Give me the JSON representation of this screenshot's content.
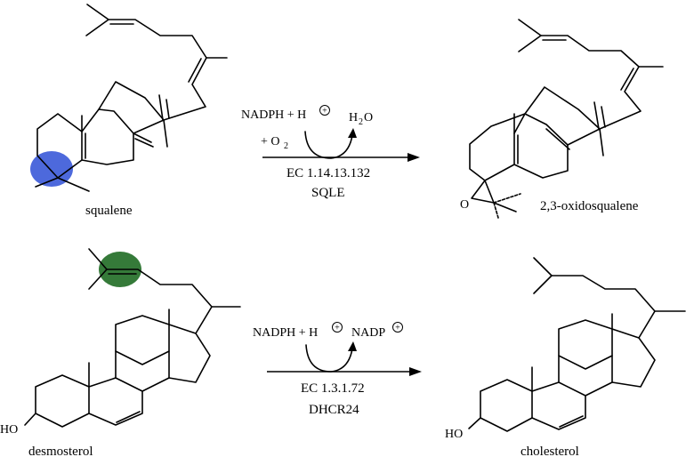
{
  "reaction1": {
    "substrate": "squalene",
    "product": "2,3-oxidosqualene",
    "cofactors_in_line1": "NADPH + H",
    "cofactors_in_line2": "+ O",
    "o2_subscript": "2",
    "byproduct_h": "H",
    "byproduct_sub": "2",
    "byproduct_o": "O",
    "enzyme_ec": "EC 1.14.13.132",
    "enzyme_name": "SQLE",
    "epoxide_o": "O"
  },
  "reaction2": {
    "substrate": "desmosterol",
    "product": "cholesterol",
    "cofactors_in": "NADPH + H",
    "byproduct": "NADP",
    "enzyme_ec": "EC 1.3.1.72",
    "enzyme_name": "DHCR24",
    "hydroxyl_left": "HO",
    "hydroxyl_right": "HO"
  },
  "charge_symbol": "+",
  "colors": {
    "squalene_highlight": "#2e4fd6",
    "desmosterol_highlight": "#1f6b23",
    "line": "#000000"
  }
}
